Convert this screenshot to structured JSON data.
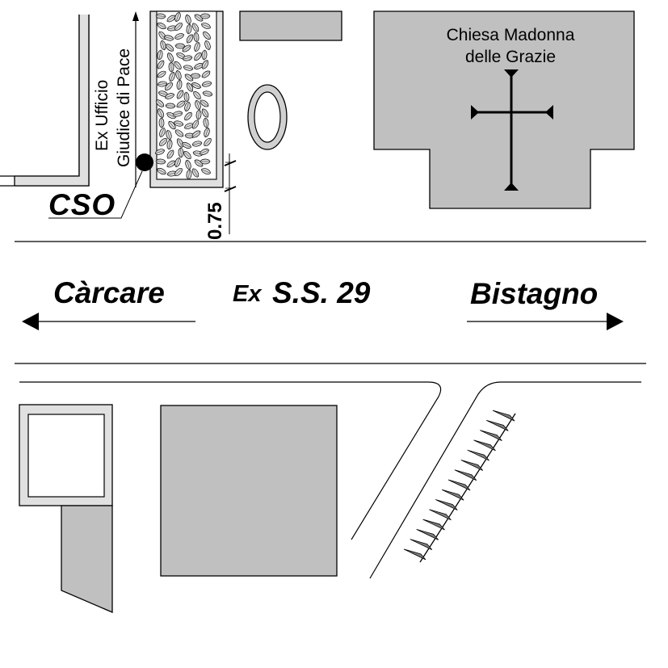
{
  "map": {
    "church_label_line1": "Chiesa Madonna",
    "church_label_line2": "delle Grazie",
    "office_label_line1": "Ex Ufficio",
    "office_label_line2": "Giudice di Pace",
    "cso_label": "CSO",
    "distance_label": "0.75",
    "road_label_prefix": "Ex",
    "road_label_main": "S.S. 29",
    "west_destination": "Càrcare",
    "east_destination": "Bistagno"
  },
  "colors": {
    "building_fill": "#c0c0c0",
    "sidewalk_fill": "#e0e0e0",
    "line": "#000000",
    "background": "#ffffff"
  }
}
